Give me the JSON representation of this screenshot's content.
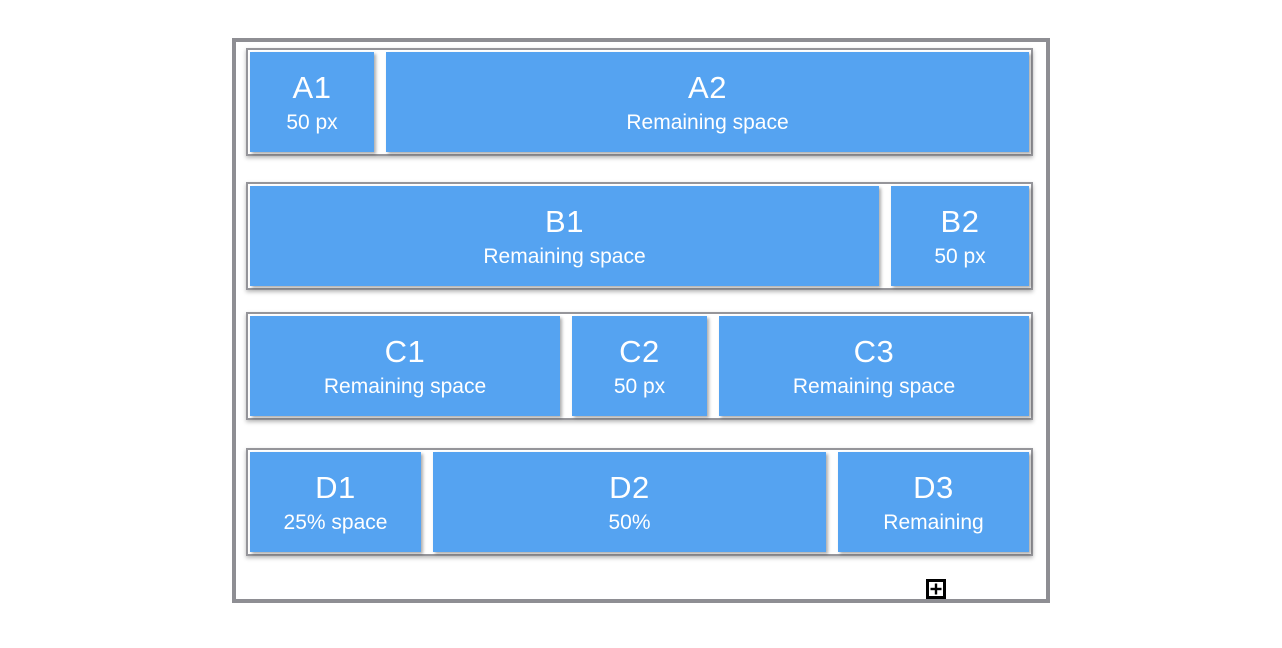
{
  "colors": {
    "accent": "#55a3f1",
    "outer_border": "#8e8e93",
    "row_border": "#95959a",
    "box_text": "#ffffff"
  },
  "rows": [
    {
      "id": "A",
      "boxes": [
        {
          "title": "A1",
          "subtitle": "50 px"
        },
        {
          "title": "A2",
          "subtitle": "Remaining space"
        }
      ]
    },
    {
      "id": "B",
      "boxes": [
        {
          "title": "B1",
          "subtitle": "Remaining space"
        },
        {
          "title": "B2",
          "subtitle": "50 px"
        }
      ]
    },
    {
      "id": "C",
      "boxes": [
        {
          "title": "C1",
          "subtitle": "Remaining space"
        },
        {
          "title": "C2",
          "subtitle": "50 px"
        },
        {
          "title": "C3",
          "subtitle": "Remaining space"
        }
      ]
    },
    {
      "id": "D",
      "boxes": [
        {
          "title": "D1",
          "subtitle": "25% space"
        },
        {
          "title": "D2",
          "subtitle": "50%"
        },
        {
          "title": "D3",
          "subtitle": "Remaining"
        }
      ]
    }
  ],
  "cursor": {
    "icon": "plus-crosshair-cursor"
  }
}
